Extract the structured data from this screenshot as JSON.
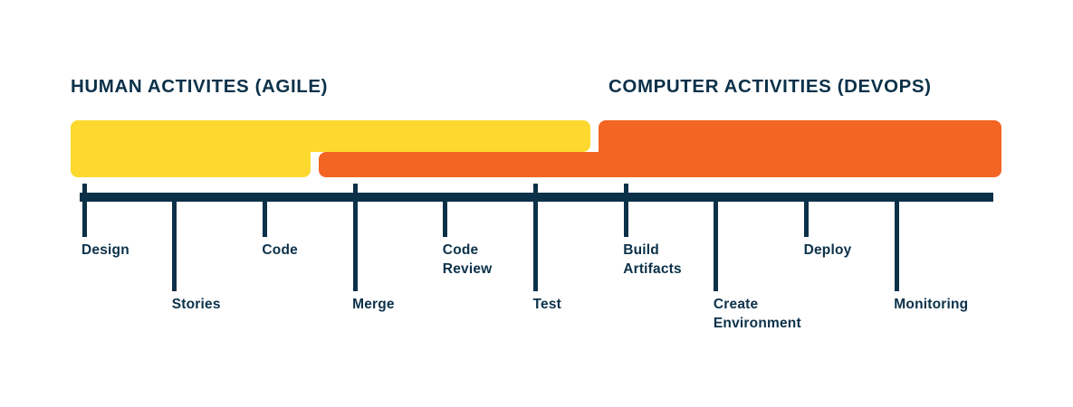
{
  "diagram": {
    "title_left": "HUMAN ACTIVITES (AGILE)",
    "title_right": "COMPUTER ACTIVITIES (DEVOPS)",
    "colors": {
      "navy": "#0B3149",
      "yellow": "#FDD92F",
      "orange": "#F26522",
      "background": "#FFFFFF"
    },
    "bands": [
      {
        "name": "human-activities-band",
        "color_key": "yellow",
        "label": "HUMAN ACTIVITES (AGILE)",
        "start_stage": "Design",
        "end_stage": "Test"
      },
      {
        "name": "computer-activities-band",
        "color_key": "orange",
        "label": "COMPUTER ACTIVITIES (DEVOPS)",
        "start_stage": "Merge",
        "end_stage": "Monitoring"
      }
    ],
    "stages": [
      {
        "label": "Design",
        "row": "top",
        "tick": "up"
      },
      {
        "label": "Stories",
        "row": "bottom",
        "tick": "down"
      },
      {
        "label": "Code",
        "row": "top",
        "tick": "down"
      },
      {
        "label": "Merge",
        "row": "bottom",
        "tick": "up"
      },
      {
        "label": "Code\nReview",
        "row": "top",
        "tick": "down"
      },
      {
        "label": "Test",
        "row": "bottom",
        "tick": "up"
      },
      {
        "label": "Build\nArtifacts",
        "row": "top",
        "tick": "up"
      },
      {
        "label": "Create\nEnvironment",
        "row": "bottom",
        "tick": "down"
      },
      {
        "label": "Deploy",
        "row": "top",
        "tick": "down"
      },
      {
        "label": "Monitoring",
        "row": "bottom",
        "tick": "down"
      }
    ]
  }
}
